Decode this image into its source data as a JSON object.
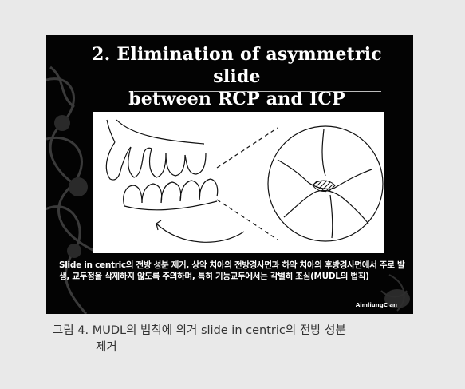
{
  "slide": {
    "title_line1": "2. Elimination of asymmetric slide",
    "title_line2": "between RCP and ICP",
    "caption": "Slide in centric의 전방 성분 제거, 상악 치아의 전방경사면과 하악 치아의 후방경사면에서 주로 발생, 교두정을 삭제하지 않도록 주의하며, 특히 기능교두에서는 각별히 조심(MUDL의 법칙)",
    "author": "AimliungC an"
  },
  "figure_caption": {
    "line1": "그림 4. MUDL의 법칙에 의거 slide in centric의 전방 성분",
    "line2": "제거"
  },
  "colors": {
    "panel_bg": "#e9e9e9",
    "slide_bg": "#030303",
    "slide_text": "#ffffff",
    "caption_text": "#333333"
  }
}
